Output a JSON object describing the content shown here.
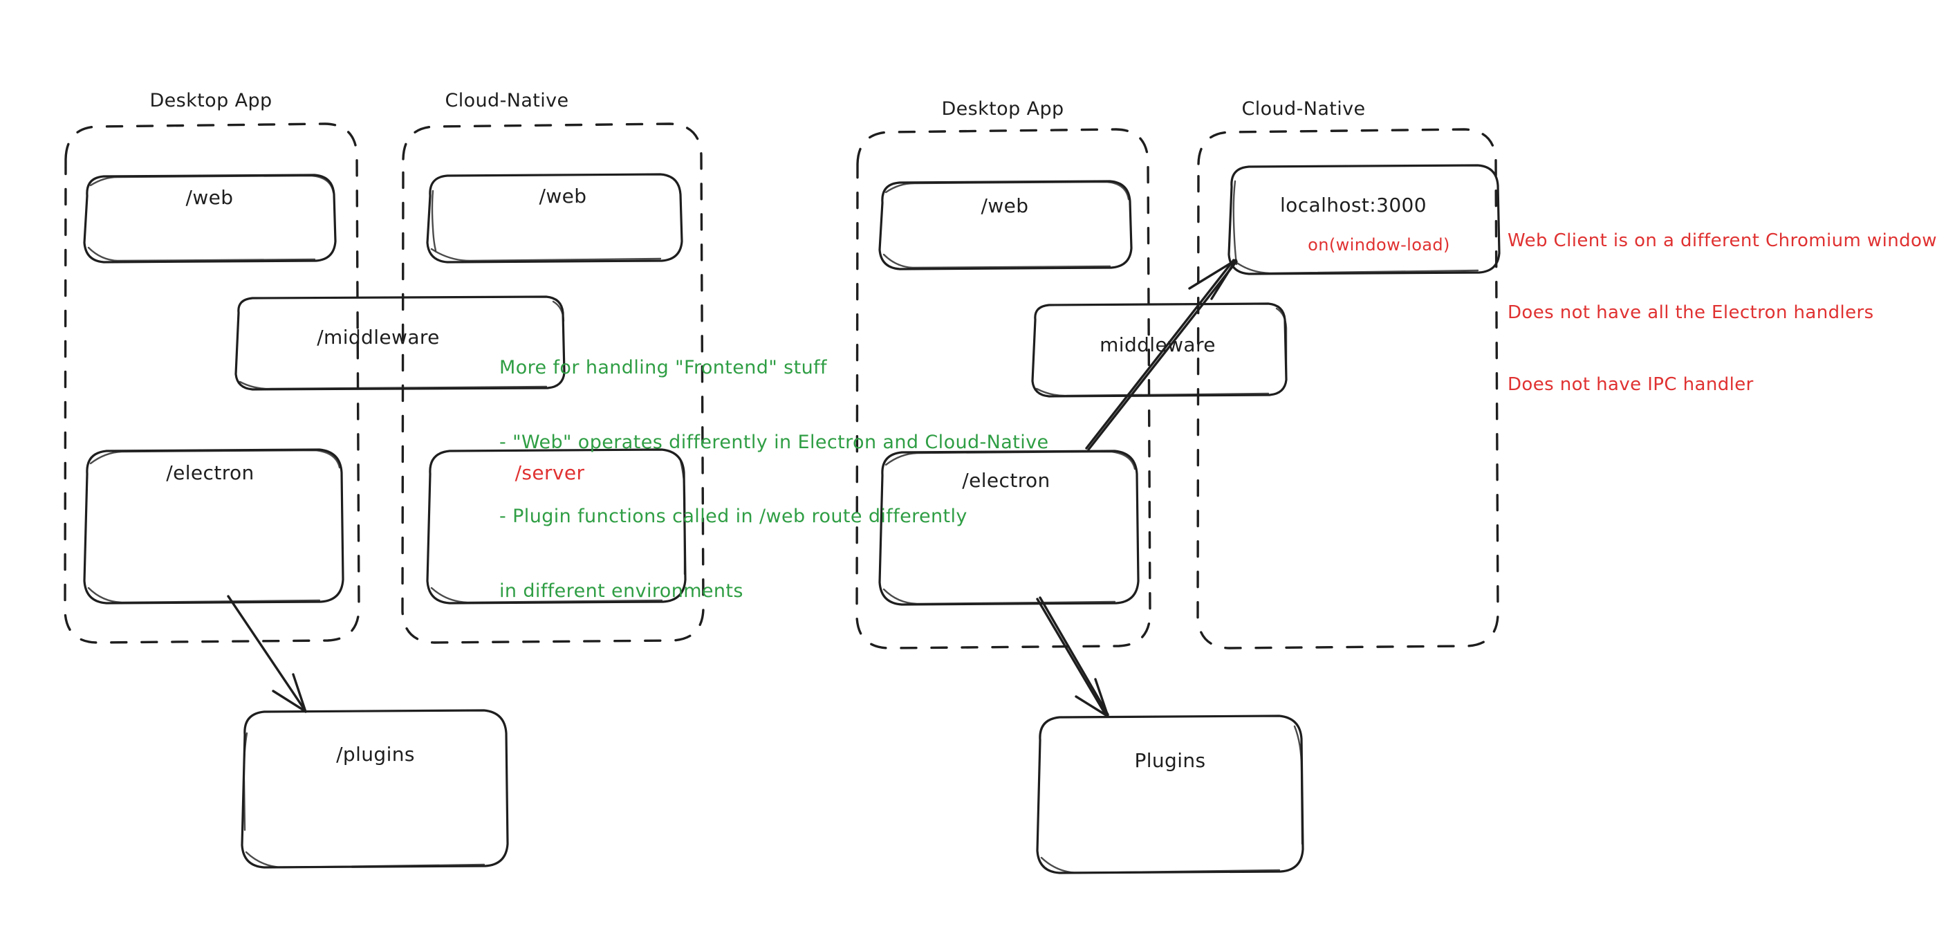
{
  "diagram": {
    "title": "Electron Desktop App vs Cloud-Native architecture sketch",
    "style": "hand-drawn excalidraw",
    "background": "#ffffff",
    "colors": {
      "stroke": "#1e1e1e",
      "green": "#2f9e44",
      "red": "#e03131"
    }
  },
  "left_diagram": {
    "groups": [
      {
        "id": "left-desktop",
        "label": "Desktop App"
      },
      {
        "id": "left-cloud",
        "label": "Cloud-Native"
      }
    ],
    "nodes": [
      {
        "id": "left-desktop-web",
        "label": "/web"
      },
      {
        "id": "left-cloud-web",
        "label": "/web"
      },
      {
        "id": "left-middleware",
        "label": "/middleware"
      },
      {
        "id": "left-electron",
        "label": "/electron"
      },
      {
        "id": "left-server",
        "label": "/server",
        "color": "#e03131"
      },
      {
        "id": "left-plugins",
        "label": "/plugins"
      }
    ],
    "arrows": [
      {
        "from": "left-electron",
        "to": "left-plugins"
      }
    ],
    "note_green": [
      "More for handling \"Frontend\" stuff",
      "- \"Web\" operates differently in Electron and Cloud-Native",
      "- Plugin functions called in /web route differently",
      "in different environments"
    ]
  },
  "right_diagram": {
    "groups": [
      {
        "id": "right-desktop",
        "label": "Desktop App"
      },
      {
        "id": "right-cloud",
        "label": "Cloud-Native"
      }
    ],
    "nodes": [
      {
        "id": "right-desktop-web",
        "label": "/web"
      },
      {
        "id": "right-localhost",
        "label": "localhost:3000",
        "sub_label": "on(window-load)",
        "sub_color": "#e03131"
      },
      {
        "id": "right-middleware",
        "label": "middleware"
      },
      {
        "id": "right-electron",
        "label": "/electron"
      },
      {
        "id": "right-plugins",
        "label": "Plugins"
      }
    ],
    "arrows": [
      {
        "from": "right-electron",
        "to": "right-localhost"
      },
      {
        "from": "right-electron",
        "to": "right-plugins"
      }
    ],
    "note_red": [
      "Web Client is on a different Chromium window",
      "Does not have all the Electron handlers",
      "Does not have IPC handler"
    ]
  }
}
